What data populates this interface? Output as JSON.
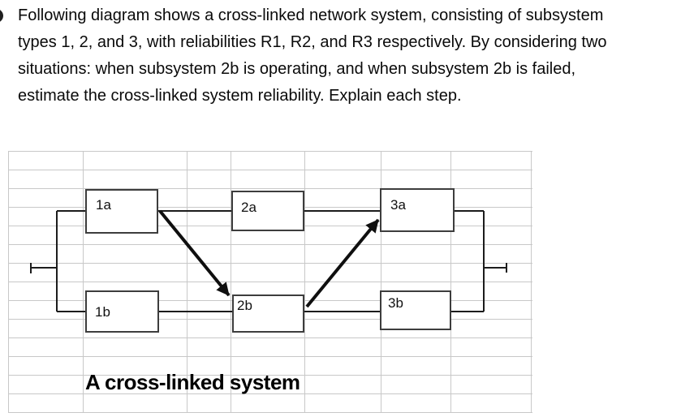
{
  "question": {
    "lines": [
      "Following diagram shows a cross-linked network system, consisting of subsystem",
      "types 1, 2, and 3, with reliabilities R1, R2, and R3 respectively. By considering two",
      "situations: when subsystem 2b is operating, and when subsystem 2b is failed,",
      "estimate the cross-linked system reliability. Explain each step."
    ]
  },
  "diagram": {
    "boxes": [
      {
        "id": "1a",
        "label": "1a"
      },
      {
        "id": "2a",
        "label": "2a"
      },
      {
        "id": "3a",
        "label": "3a"
      },
      {
        "id": "1b",
        "label": "1b"
      },
      {
        "id": "2b",
        "label": "2b"
      },
      {
        "id": "3b",
        "label": "3b"
      }
    ],
    "caption": "A cross-linked system"
  },
  "colors": {
    "text": "#0a0a0a",
    "gridline": "#c8c8c8",
    "connector": "#1c1c1c",
    "box_border": "#3d3d3d"
  }
}
